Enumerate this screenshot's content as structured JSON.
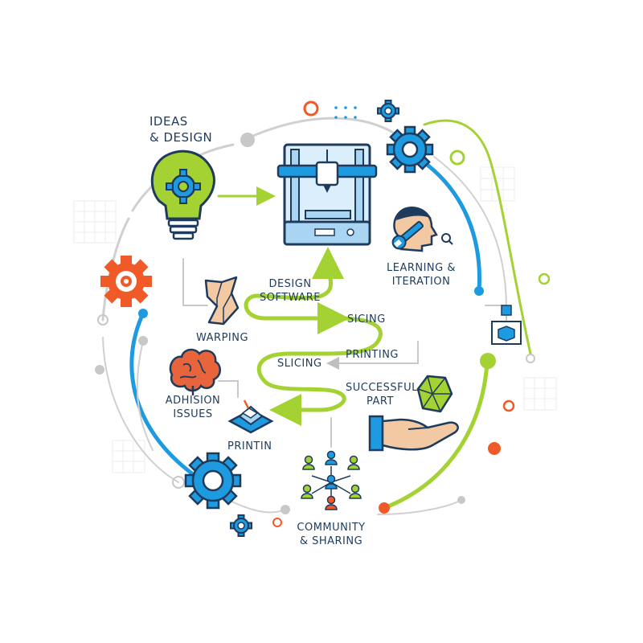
{
  "labels": {
    "ideas_line1": "IDEAS",
    "ideas_line2": "& DESIGN",
    "learning_line1": "LEARNING &",
    "learning_line2": "ITERATION",
    "design_line1": "DESIGN",
    "design_line2": "SOFTWARE",
    "sicing": "SICING",
    "warping": "WARPING",
    "slicing": "SLICING",
    "printing_mid": "PRINTING",
    "adhision_line1": "ADHISION",
    "adhision_line2": "ISSUES",
    "successful_line1": "SUCCESSFUL",
    "successful_line2": "PART",
    "printing_bottom": "PRINTIN",
    "community_line1": "COMMUNITY",
    "community_line2": "& SHARING"
  },
  "colors": {
    "navy": "#1f3b5c",
    "blue": "#1e9be0",
    "green": "#a4d233",
    "orange": "#f05a28",
    "light_blue": "#a9d4f2",
    "gray": "#bfbfbf",
    "skin": "#f3c9a4",
    "brain": "#e8643c"
  },
  "icons": [
    "lightbulb-gear-icon",
    "3d-printer-icon",
    "gear-icon",
    "head-wrench-icon",
    "warped-part-icon",
    "brain-icon",
    "printed-part-icon",
    "gem-icon",
    "hand-icon",
    "people-network-icon",
    "cube-frame-icon"
  ]
}
